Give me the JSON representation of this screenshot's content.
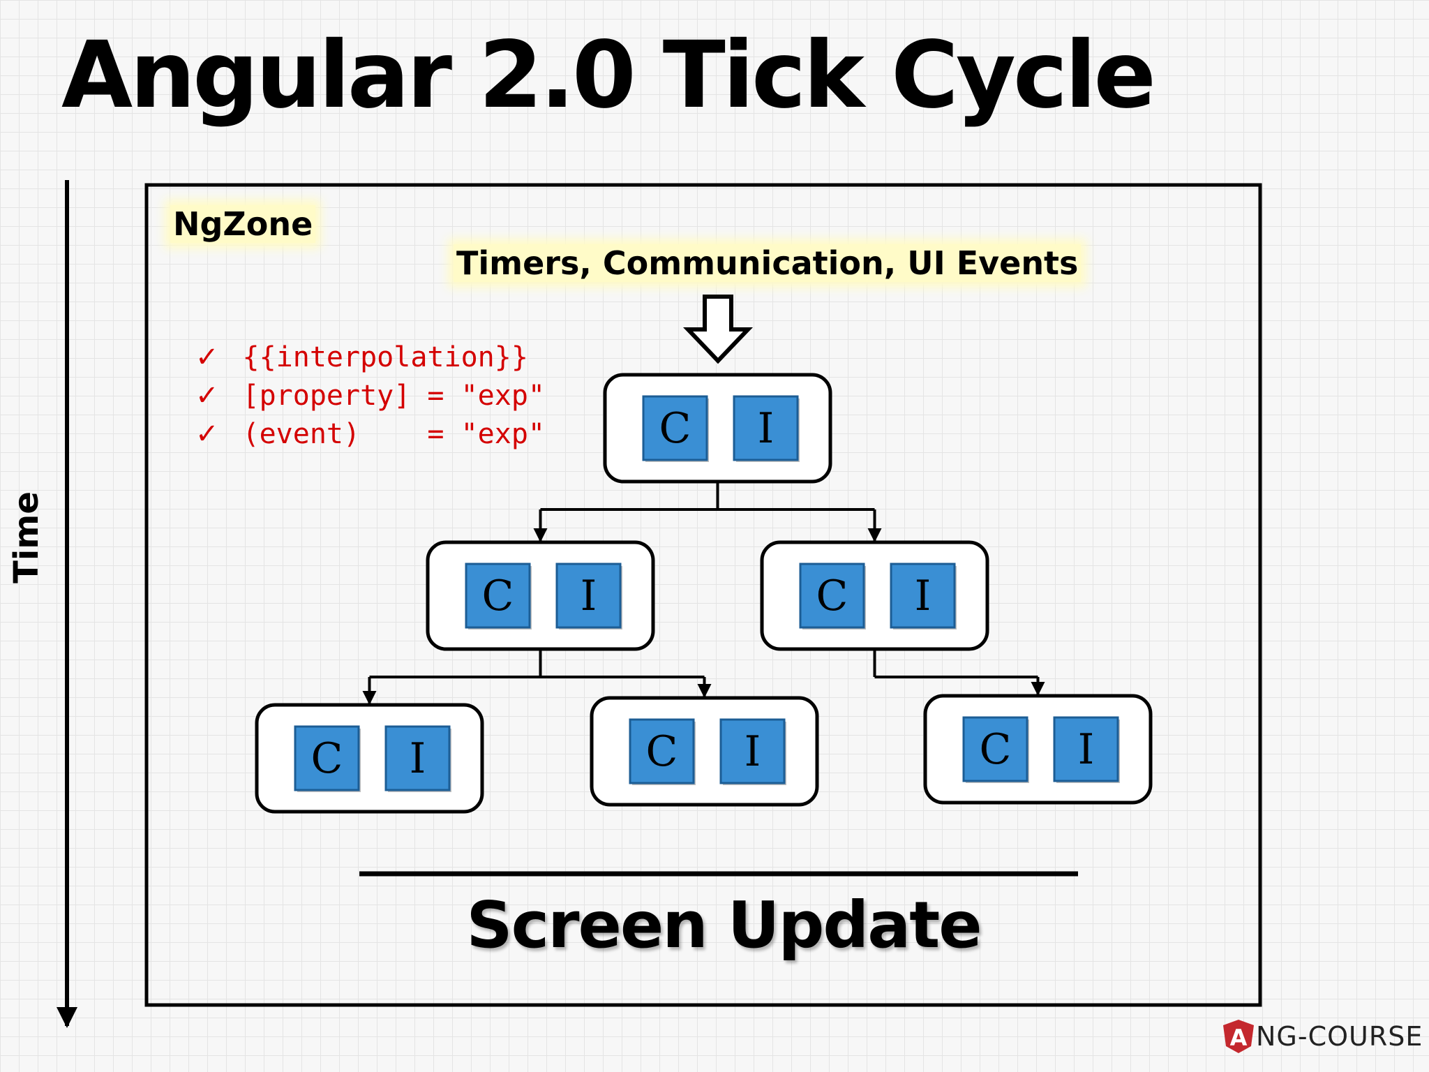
{
  "title": "Angular 2.0 Tick Cycle",
  "time_axis_label": "Time",
  "zone_label": "NgZone",
  "event_sources": "Timers, Communication, UI Events",
  "bindings": [
    {
      "check": "✓",
      "text": "{{interpolation}}"
    },
    {
      "check": "✓",
      "text": "[property] = \"exp\""
    },
    {
      "check": "✓",
      "text": "(event)    = \"exp\""
    }
  ],
  "component_tree": [
    {
      "id": "root",
      "labels": [
        "C",
        "I"
      ],
      "children": [
        "a",
        "b"
      ]
    },
    {
      "id": "a",
      "labels": [
        "C",
        "I"
      ],
      "children": [
        "a1",
        "a2"
      ]
    },
    {
      "id": "b",
      "labels": [
        "C",
        "I"
      ],
      "children": [
        "b1"
      ]
    },
    {
      "id": "a1",
      "labels": [
        "C",
        "I"
      ],
      "children": []
    },
    {
      "id": "a2",
      "labels": [
        "C",
        "I"
      ],
      "children": []
    },
    {
      "id": "b1",
      "labels": [
        "C",
        "I"
      ],
      "children": []
    }
  ],
  "footer_label": "Screen Update",
  "logo": {
    "mark": "A",
    "text": "NG-COURSE"
  },
  "colors": {
    "cell_fill": "#3a8fd4",
    "cell_border": "#1c5d95",
    "binding_text": "#d40000",
    "highlight": "#fffbc8",
    "logo_red": "#c4282e"
  }
}
